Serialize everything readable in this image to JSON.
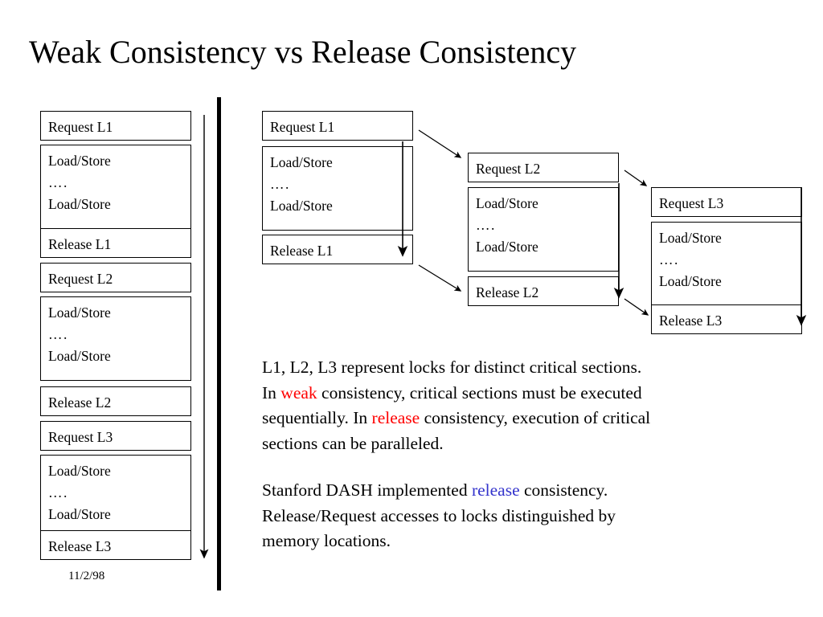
{
  "slide": {
    "title": "Weak Consistency vs Release Consistency",
    "date": "11/2/98"
  },
  "weak_column": {
    "label": "weak-consistency-sequence",
    "boxes": [
      {
        "id": "w-request-l1",
        "lines": [
          "Request L1"
        ]
      },
      {
        "id": "w-critical-1",
        "lines": [
          "Load/Store",
          "….",
          "Load/Store"
        ]
      },
      {
        "id": "w-release-l1",
        "lines": [
          "Release L1"
        ]
      },
      {
        "id": "w-request-l2",
        "lines": [
          "Request L2"
        ]
      },
      {
        "id": "w-critical-2",
        "lines": [
          "Load/Store",
          "….",
          "Load/Store"
        ]
      },
      {
        "id": "w-release-l2",
        "lines": [
          "Release L2"
        ]
      },
      {
        "id": "w-request-l3",
        "lines": [
          "Request L3"
        ]
      },
      {
        "id": "w-critical-3",
        "lines": [
          "Load/Store",
          "….",
          "Load/Store"
        ]
      },
      {
        "id": "w-release-l3",
        "lines": [
          "Release L3"
        ]
      }
    ]
  },
  "release_columns": [
    {
      "id": "rel-col-l1",
      "boxes": [
        {
          "id": "r-request-l1",
          "lines": [
            "Request L1"
          ]
        },
        {
          "id": "r-critical-l1",
          "lines": [
            "Load/Store",
            "….",
            "Load/Store"
          ]
        },
        {
          "id": "r-release-l1",
          "lines": [
            "Release L1"
          ]
        }
      ]
    },
    {
      "id": "rel-col-l2",
      "boxes": [
        {
          "id": "r-request-l2",
          "lines": [
            "Request L2"
          ]
        },
        {
          "id": "r-critical-l2",
          "lines": [
            "Load/Store",
            "….",
            "Load/Store"
          ]
        },
        {
          "id": "r-release-l2",
          "lines": [
            "Release L2"
          ]
        }
      ]
    },
    {
      "id": "rel-col-l3",
      "boxes": [
        {
          "id": "r-request-l3",
          "lines": [
            "Request L3"
          ]
        },
        {
          "id": "r-critical-l3",
          "lines": [
            "Load/Store",
            "….",
            "Load/Store"
          ]
        },
        {
          "id": "r-release-l3",
          "lines": [
            "Release L3"
          ]
        }
      ]
    }
  ],
  "boxes_text": {
    "w0_l0": "Request L1",
    "w1_l0": "Load/Store",
    "w1_l1": "….",
    "w1_l2": "Load/Store",
    "w2_l0": "Release L1",
    "w3_l0": "Request L2",
    "w4_l0": "Load/Store",
    "w4_l1": "….",
    "w4_l2": "Load/Store",
    "w5_l0": "Release L2",
    "w6_l0": "Request L3",
    "w7_l0": "Load/Store",
    "w7_l1": "….",
    "w7_l2": "Load/Store",
    "w8_l0": "Release L3",
    "a0_l0": "Request L1",
    "a1_l0": "Load/Store",
    "a1_l1": "….",
    "a1_l2": "Load/Store",
    "a2_l0": "Release L1",
    "b0_l0": "Request L2",
    "b1_l0": "Load/Store",
    "b1_l1": "….",
    "b1_l2": "Load/Store",
    "b2_l0": "Release L2",
    "c0_l0": "Request L3",
    "c1_l0": "Load/Store",
    "c1_l1": "….",
    "c1_l2": "Load/Store",
    "c2_l0": "Release L3"
  },
  "paragraph1": {
    "line1": "L1, L2, L3 represent locks for distinct critical sections.",
    "line2_a": "In ",
    "line2_hl": "weak",
    "line2_b": " consistency, critical sections must be executed",
    "line3_a": "sequentially.  In ",
    "line3_hl": "release",
    "line3_b": " consistency, execution of critical",
    "line4": "sections can be paralleled."
  },
  "paragraph2": {
    "line1_a": "Stanford DASH implemented ",
    "line1_hl": "release",
    "line1_b": " consistency.",
    "line2": "Release/Request accesses to locks distinguished by",
    "line3": "memory locations."
  },
  "colors": {
    "weak_highlight": "#ff0000",
    "release_highlight": "#3333cc",
    "ink": "#000000",
    "background": "#ffffff"
  }
}
